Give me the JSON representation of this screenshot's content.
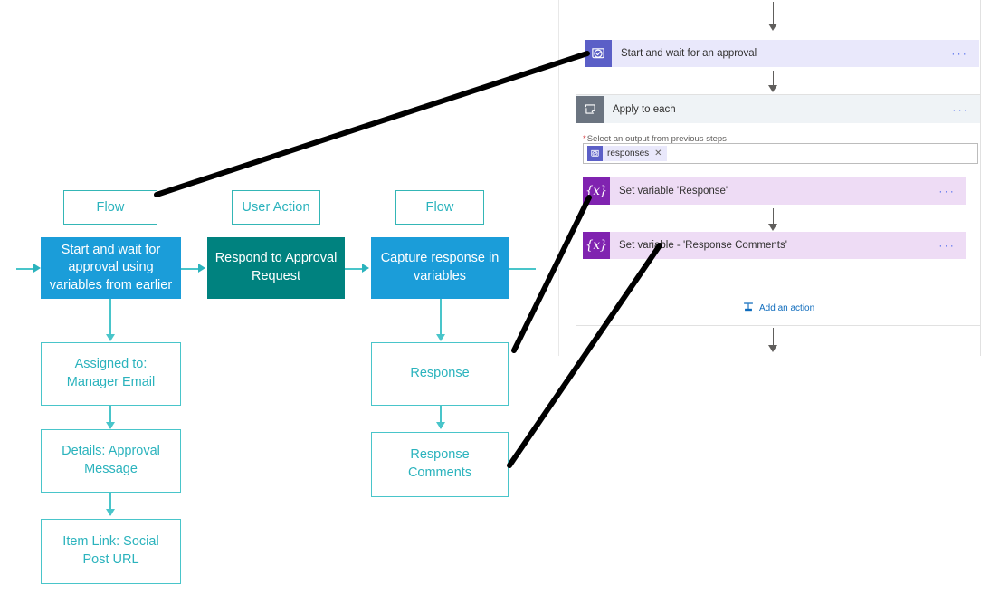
{
  "diagram": {
    "category_labels": [
      {
        "id": "flow-1",
        "text": "Flow"
      },
      {
        "id": "user-action",
        "text": "User Action"
      },
      {
        "id": "flow-2",
        "text": "Flow"
      }
    ],
    "process_steps": [
      {
        "id": "start-wait",
        "text": "Start and wait for approval using variables from earlier",
        "color": "#1b9dd9"
      },
      {
        "id": "respond",
        "text": "Respond to Approval Request",
        "color": "#00827f"
      },
      {
        "id": "capture",
        "text": "Capture response in variables",
        "color": "#1b9dd9"
      }
    ],
    "detail_steps_left": [
      {
        "id": "assigned-to",
        "text": "Assigned to: Manager Email"
      },
      {
        "id": "details",
        "text": "Details: Approval Message"
      },
      {
        "id": "item-link",
        "text": "Item Link: Social Post URL"
      }
    ],
    "detail_steps_right": [
      {
        "id": "response",
        "text": "Response"
      },
      {
        "id": "response-comments",
        "text": "Response Comments"
      }
    ],
    "colors": {
      "teal_outline": "#49c5ca",
      "teal_text": "#2bb3bd",
      "blue_fill": "#1b9dd9",
      "teal_fill": "#00827f"
    }
  },
  "designer": {
    "approval_action": {
      "title": "Start and wait for an approval",
      "icon": "approval-icon",
      "menu": "···",
      "color": "#5b5fc7"
    },
    "scope": {
      "title": "Apply to each",
      "icon": "foreach-loop-icon",
      "menu": "···",
      "field": {
        "label": "Select an output from previous steps",
        "required_marker": "*",
        "token_text": "responses",
        "token_icon": "approval-icon",
        "token_remove": "✕"
      },
      "actions": [
        {
          "id": "set-variable-response",
          "title": "Set variable 'Response'",
          "icon": "variable-icon",
          "icon_glyph": "{x}",
          "menu": "···",
          "color": "#8023b0"
        },
        {
          "id": "set-variable-response-comments",
          "title": "Set variable - 'Response Comments'",
          "icon": "variable-icon",
          "icon_glyph": "{x}",
          "menu": "···",
          "color": "#8023b0"
        }
      ],
      "add_action": {
        "label": "Add an action",
        "icon": "add-action-icon",
        "color": "#0f6cbd"
      }
    }
  }
}
